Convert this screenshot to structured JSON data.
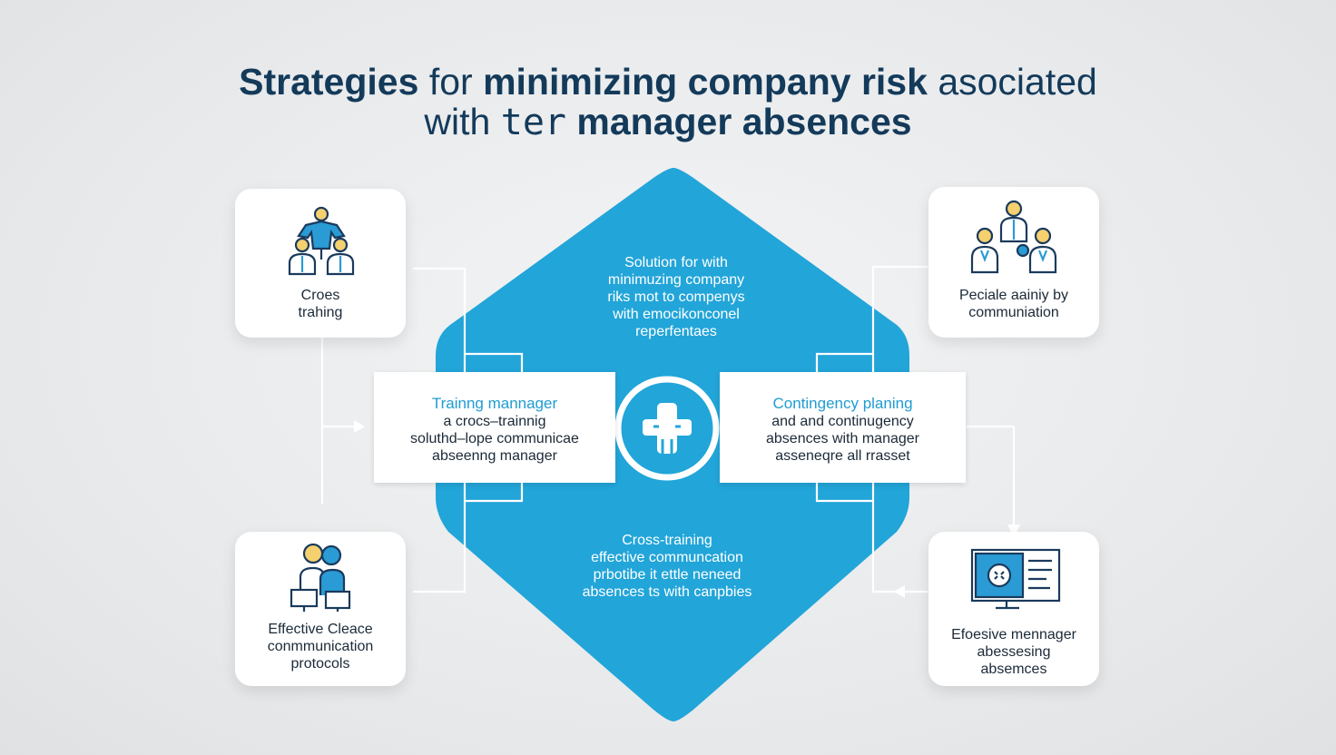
{
  "title": {
    "line1": [
      "Strategies",
      "for",
      "minimizing company risk",
      "asociated"
    ],
    "line2": [
      "with",
      "ter",
      "manager absences"
    ]
  },
  "center": {
    "top_lines": [
      "Solution for with",
      "minimuzing company",
      "riks mot to compenys",
      "with emocikonconel",
      "reperfentaes"
    ],
    "bottom_lines": [
      "Cross-training",
      "effective communcation",
      "prbotibe it ettle neneed",
      "absences ts with canpbies"
    ]
  },
  "left_box": {
    "heading": "Trainng mannager",
    "lines": [
      "a crocs–trainnig",
      "soluthd–lope communicae",
      "abseenng manager"
    ]
  },
  "right_box": {
    "heading": "Contingency planing",
    "lines": [
      "and and continugency",
      "absences with manager",
      "asseneqre all rrasset"
    ]
  },
  "cards": {
    "top_left": {
      "icon": "team-people-icon",
      "lines": [
        "Croes",
        "trahing"
      ]
    },
    "bottom_left": {
      "icon": "two-people-icon",
      "lines": [
        "Effective Cleace",
        "conmmunication",
        "protocols"
      ]
    },
    "top_right": {
      "icon": "group-people-icon",
      "lines": [
        "Peciale aainiy by",
        "communiation"
      ]
    },
    "bottom_right": {
      "icon": "monitor-icon",
      "lines": [
        "Efoesive mennager",
        "abessesing",
        "absemces"
      ]
    }
  },
  "colors": {
    "title": "#143a5a",
    "accent_blue": "#22a5d9",
    "box_heading": "#1f9cd2",
    "icon_stroke": "#1a3a5c",
    "icon_fill": "#2a9bd4",
    "connector": "#ffffff",
    "background": "#e8eaec"
  }
}
